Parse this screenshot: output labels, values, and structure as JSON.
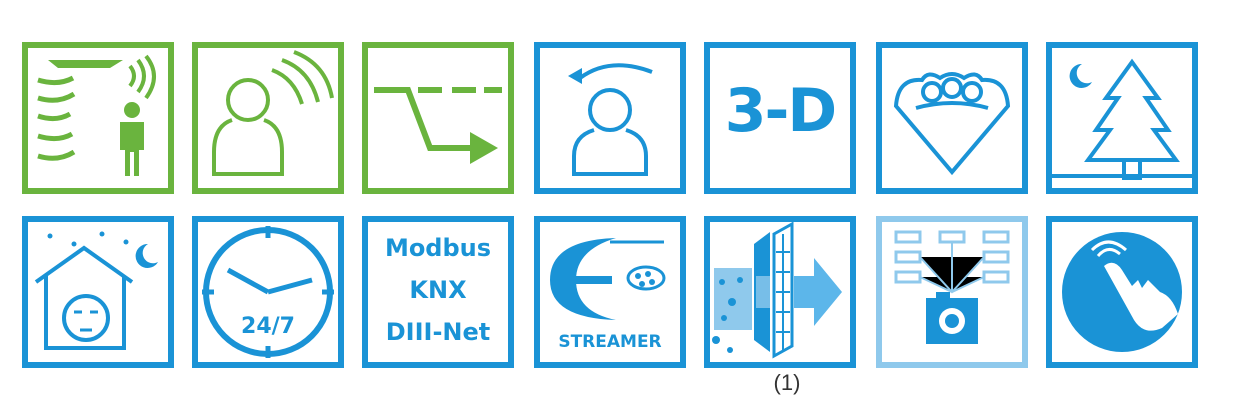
{
  "colors": {
    "green": "#6ab43e",
    "blue": "#1a93d6",
    "light_blue": "#8fc9ec"
  },
  "row1": [
    {
      "icon": "motion-sensor-person-icon",
      "color": "green"
    },
    {
      "icon": "draft-prevention-icon",
      "color": "green"
    },
    {
      "icon": "airflow-step-arrow-icon",
      "color": "green"
    },
    {
      "icon": "comfort-airflow-rotate-icon",
      "color": "blue"
    },
    {
      "icon": "3d-airflow-icon",
      "color": "blue",
      "text": "3-D"
    },
    {
      "icon": "powerful-mode-icon",
      "color": "blue"
    },
    {
      "icon": "night-tree-eco-icon",
      "color": "blue"
    }
  ],
  "row2": [
    {
      "icon": "night-quiet-house-icon",
      "color": "blue"
    },
    {
      "icon": "timer-24-7-icon",
      "color": "blue",
      "text": "24/7"
    },
    {
      "icon": "protocols-icon",
      "color": "blue",
      "lines": [
        "Modbus",
        "KNX",
        "DIII-Net"
      ]
    },
    {
      "icon": "streamer-icon",
      "color": "blue",
      "text": "STREAMER"
    },
    {
      "icon": "air-filter-icon",
      "color": "blue"
    },
    {
      "icon": "network-camera-icon",
      "color": "light_blue"
    },
    {
      "icon": "touch-control-icon",
      "color": "blue"
    }
  ],
  "footnote": "(1)"
}
